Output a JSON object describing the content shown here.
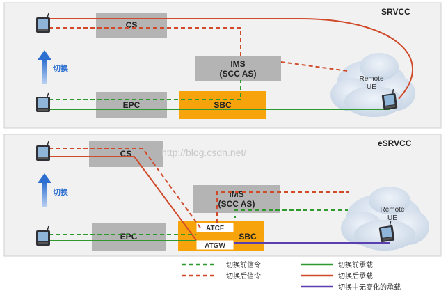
{
  "panels": [
    {
      "title": "SRVCC",
      "handover_label": "切换",
      "nodes": {
        "cs": "CS",
        "ims_line1": "IMS",
        "ims_line2": "(SCC AS)",
        "epc": "EPC",
        "sbc": "SBC",
        "remote_line1": "Remote",
        "remote_line2": "UE"
      }
    },
    {
      "title": "eSRVCC",
      "handover_label": "切换",
      "nodes": {
        "cs": "CS",
        "ims_line1": "IMS",
        "ims_line2": "(SCC AS)",
        "epc": "EPC",
        "sbc": "SBC",
        "atcf": "ATCF",
        "atgw": "ATGW",
        "remote_line1": "Remote",
        "remote_line2": "UE"
      }
    }
  ],
  "watermark": "http://blog.csdn.net/",
  "legend": [
    {
      "style": "dashed",
      "color": "#2e9a2e",
      "label": "切换前信令"
    },
    {
      "style": "dashed",
      "color": "#d04a2a",
      "label": "切换后信令"
    },
    {
      "style": "solid",
      "color": "#2e9a2e",
      "label": "切换前承载"
    },
    {
      "style": "solid",
      "color": "#d04a2a",
      "label": "切换后承载"
    },
    {
      "style": "solid",
      "color": "#5a3fb0",
      "label": "切换中无变化的承载"
    }
  ],
  "colors": {
    "green": "#2e9a2e",
    "red": "#d04a2a",
    "purple": "#5a3fb0",
    "grey_box": "#b4b4b4",
    "sbc_orange": "#f7a30c",
    "panel_bg": "#f1f1f1",
    "arrow_blue": "#2c6fd1"
  }
}
